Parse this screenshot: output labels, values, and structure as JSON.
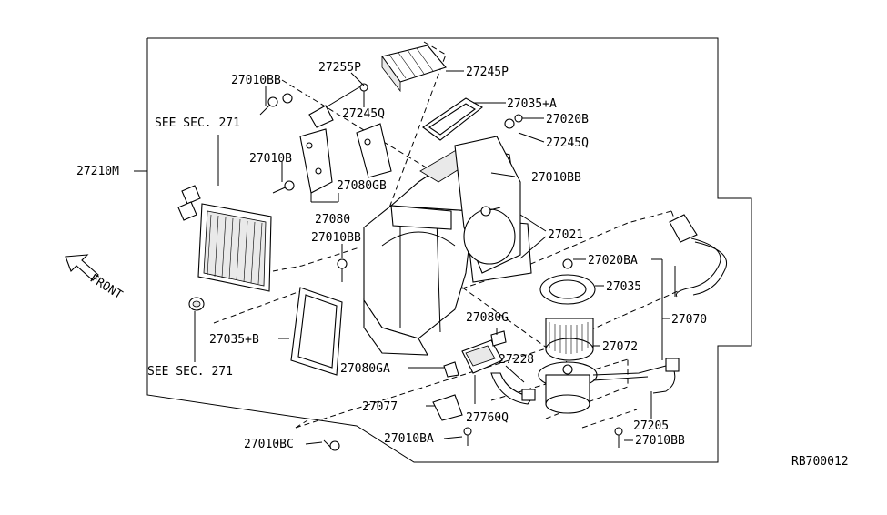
{
  "diagram": {
    "part_labels": {
      "p27010BB_top": "27010BB",
      "p27255P": "27255P",
      "p27245P": "27245P",
      "p27245Q_left": "27245Q",
      "p27035A": "27035+A",
      "p27020B": "27020B",
      "p27245Q_right": "27245Q",
      "see_sec_top": "SEE SEC. 271",
      "p27010B": "27010B",
      "p27080GB": "27080GB",
      "p27010BB_mid": "27010BB",
      "p27210M": "27210M",
      "p27080": "27080",
      "p27010BB_left": "27010BB",
      "p27021": "27021",
      "p27020BA": "27020BA",
      "p27035": "27035",
      "p27070": "27070",
      "p27080G": "27080G",
      "p27072": "27072",
      "p27035B": "27035+B",
      "p27228": "27228",
      "see_sec_bottom": "SEE SEC. 271",
      "p27080GA": "27080GA",
      "p27077": "27077",
      "p27760Q": "27760Q",
      "p27205": "27205",
      "p27010BC": "27010BC",
      "p27010BA": "27010BA",
      "p27010BB_bottom": "27010BB"
    },
    "direction_label": "FRONT",
    "reference_code": "RB700012"
  }
}
